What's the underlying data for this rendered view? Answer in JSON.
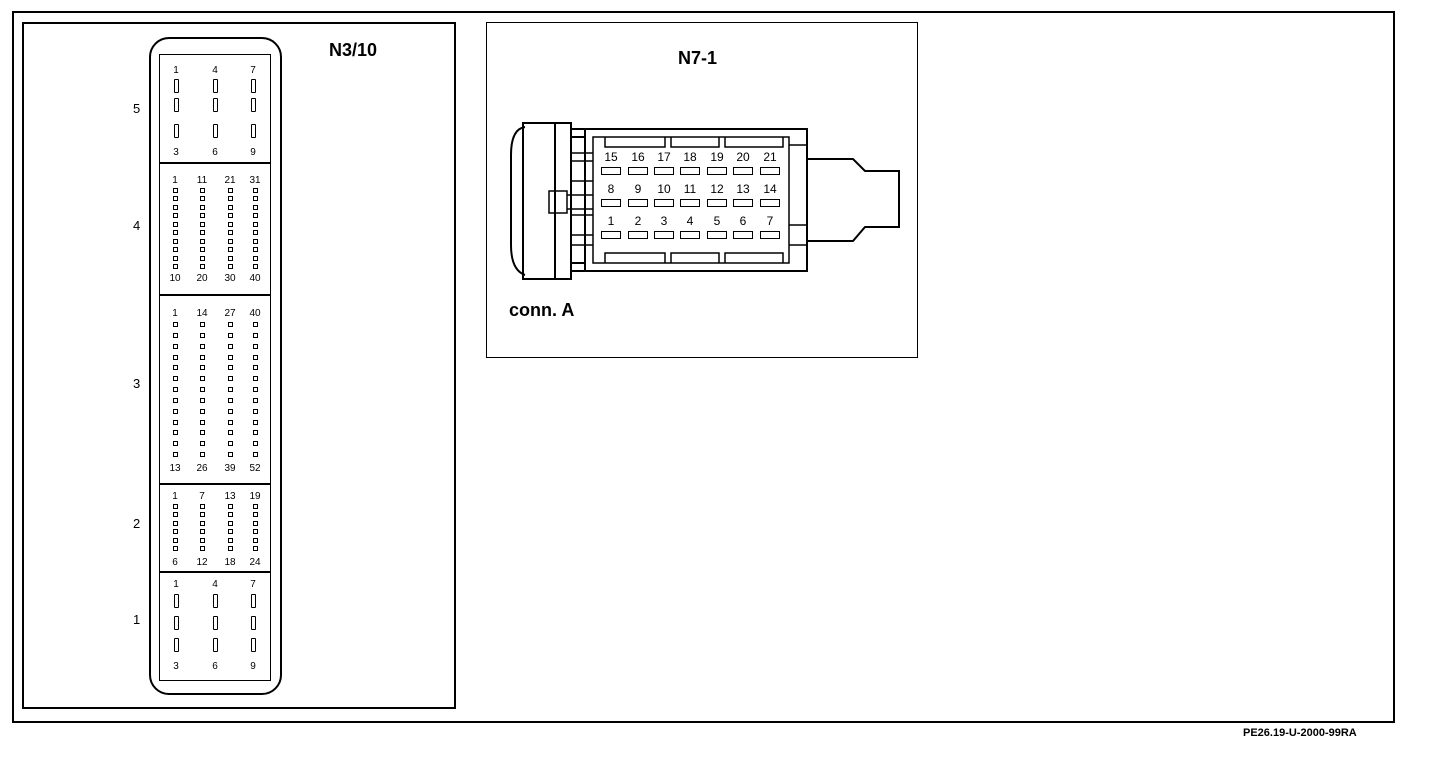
{
  "n3": {
    "title": "N3/10",
    "sections": [
      {
        "row": "5",
        "top": [
          "1",
          "4",
          "7"
        ],
        "bottom": [
          "3",
          "6",
          "9"
        ]
      },
      {
        "row": "4",
        "top": [
          "1",
          "11",
          "21",
          "31"
        ],
        "bottom": [
          "10",
          "20",
          "30",
          "40"
        ]
      },
      {
        "row": "3",
        "top": [
          "1",
          "14",
          "27",
          "40"
        ],
        "bottom": [
          "13",
          "26",
          "39",
          "52"
        ]
      },
      {
        "row": "2",
        "top": [
          "1",
          "7",
          "13",
          "19"
        ],
        "bottom": [
          "6",
          "12",
          "18",
          "24"
        ]
      },
      {
        "row": "1",
        "top": [
          "1",
          "4",
          "7"
        ],
        "bottom": [
          "3",
          "6",
          "9"
        ]
      }
    ]
  },
  "n7": {
    "title": "N7-1",
    "conn_label": "conn. A",
    "rows": [
      [
        "15",
        "16",
        "17",
        "18",
        "19",
        "20",
        "21"
      ],
      [
        "8",
        "9",
        "10",
        "11",
        "12",
        "13",
        "14"
      ],
      [
        "1",
        "2",
        "3",
        "4",
        "5",
        "6",
        "7"
      ]
    ]
  },
  "footer": {
    "code": "PE26.19-U-2000-99RA"
  }
}
